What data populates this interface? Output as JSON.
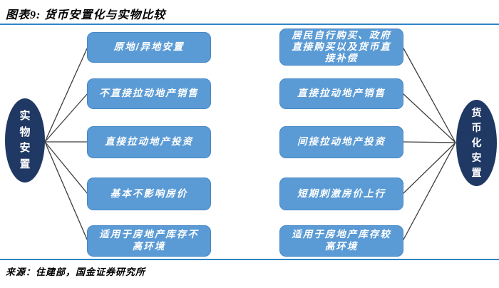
{
  "header": {
    "title": "图表9: 货币安置化与实物比较"
  },
  "diagram": {
    "left_node": {
      "label": "实物安置"
    },
    "right_node": {
      "label": "货币化安置"
    },
    "left_items": [
      "原地/异地安置",
      "不直接拉动地产销售",
      "直接拉动地产投资",
      "基本不影响房价",
      "适用于房地产库存不高环境"
    ],
    "right_items": [
      "居民自行购买、政府直接购买以及货币直接补偿",
      "直接拉动地产销售",
      "间接拉动地产投资",
      "短期刺激房价上行",
      "适用于房地产库存较高环境"
    ],
    "colors": {
      "box_fill": "#5b9bd5",
      "box_border": "#4788c4",
      "node_fill": "#1f3864",
      "rule_blue": "#2e86c6",
      "connector": "#3d3d3d"
    }
  },
  "footer": {
    "source": "来源：住建部，国金证券研究所"
  }
}
